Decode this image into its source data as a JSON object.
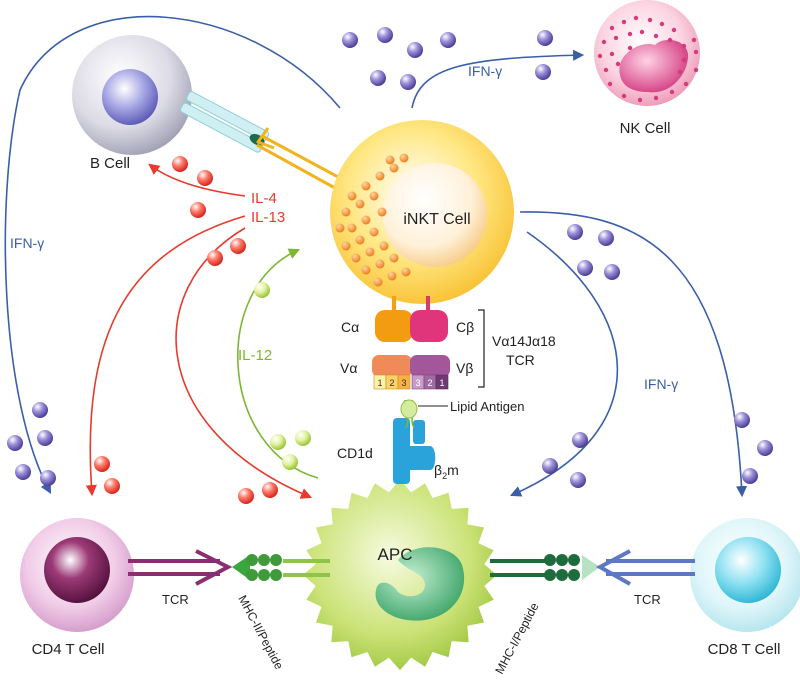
{
  "cells": {
    "b_cell": "B Cell",
    "nk_cell": "NK Cell",
    "inkt_cell": "iNKT Cell",
    "apc": "APC",
    "cd4": "CD4 T Cell",
    "cd8": "CD8 T Cell"
  },
  "cytokines": {
    "il4": "IL-4",
    "il13": "IL-13",
    "il12": "IL-12",
    "ifn_left": "IFN-γ",
    "ifn_top": "IFN-γ",
    "ifn_right": "IFN-γ"
  },
  "receptor": {
    "c_alpha": "Cα",
    "c_beta": "Cβ",
    "v_alpha": "Vα",
    "v_beta": "Vβ",
    "tcr_name_line1": "Vα14Jα18",
    "tcr_name_line2": "TCR",
    "segments_alpha": [
      "1",
      "2",
      "3"
    ],
    "segments_beta": [
      "3",
      "2",
      "1"
    ]
  },
  "antigen": {
    "lipid": "Lipid Antigen",
    "cd1d": "CD1d",
    "b2m_base": "β",
    "b2m_sub": "2",
    "b2m_tail": "m"
  },
  "connections": {
    "tcr_left": "TCR",
    "tcr_right": "TCR",
    "mhc2": "MHC-II/Peptide",
    "mhc1": "MHC-I/Peptide"
  },
  "colors": {
    "red": "#e63b2e",
    "green": "#7cb82f",
    "blue": "#3a5fa8",
    "purple_dot": "#6a5ca8"
  }
}
